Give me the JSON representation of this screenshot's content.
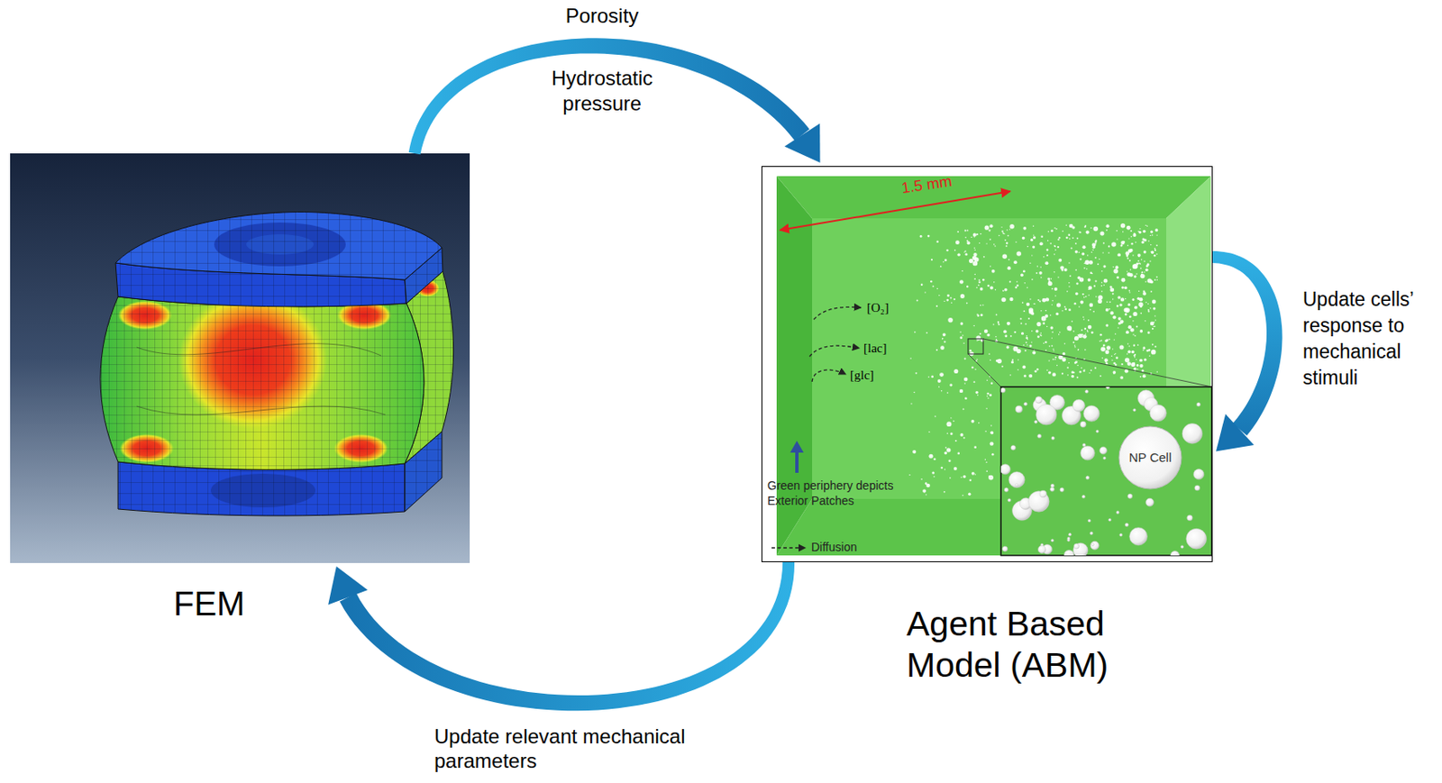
{
  "diagram": {
    "nodes": [
      {
        "text": [
          "FEM"
        ]
      },
      {
        "text": [
          "Agent Based Model (ABM)"
        ]
      },
      {
        "text": [
          "NP Cell"
        ],
        "in": 1
      }
    ],
    "edges": [
      {
        "from": 0,
        "to": 1,
        "arrow": "to",
        "label": "Porosity"
      },
      {
        "from": 1,
        "to": 0,
        "arrow": "to",
        "label": "Update relevant mechanical parameters"
      },
      {
        "from": 1,
        "to": 1,
        "arrow": "to",
        "label": "Update cells’ response to mechanical stimuli"
      }
    ],
    "labels": [
      "Hydrostatic pressure",
      "1.5 mm",
      "[O₂]",
      "[lac]",
      "[glc]",
      "Green periphery depicts Exterior Patches",
      "Diffusion"
    ]
  }
}
